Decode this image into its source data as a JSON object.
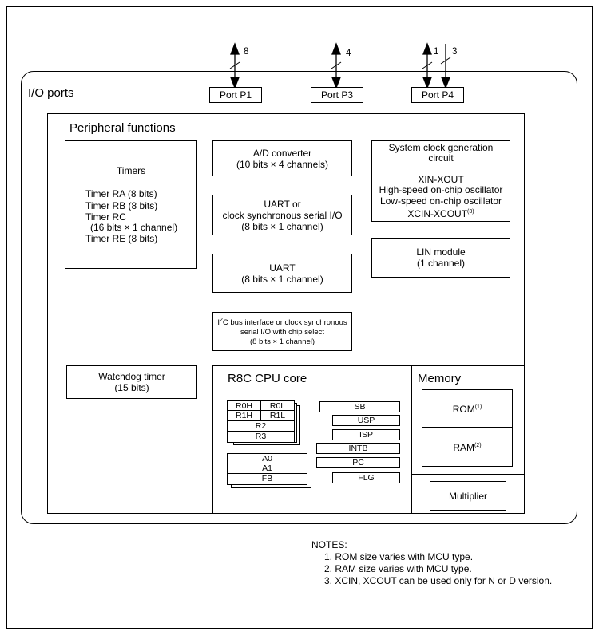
{
  "io_ports": {
    "label": "I/O ports",
    "ports": [
      {
        "name": "Port P1",
        "lines": "8"
      },
      {
        "name": "Port P3",
        "lines": "4"
      },
      {
        "name": "Port P4",
        "lines_in_out": "1",
        "lines_in": "3"
      }
    ]
  },
  "peripheral": {
    "label": "Peripheral functions",
    "timers": {
      "title": "Timers",
      "items": [
        "Timer RA (8 bits)",
        "Timer RB (8 bits)",
        "Timer RC",
        "(16 bits × 1 channel)",
        "Timer RE (8 bits)"
      ]
    },
    "adc": {
      "line1": "A/D converter",
      "line2": "(10 bits × 4 channels)"
    },
    "uart_csio": {
      "line1": "UART or",
      "line2": "clock synchronous serial I/O",
      "line3": "(8 bits × 1 channel)"
    },
    "uart": {
      "line1": "UART",
      "line2": "(8 bits × 1 channel)"
    },
    "i2c": {
      "prefix": "I",
      "sup": "2",
      "line1_rest": "C bus interface or clock synchronous",
      "line2": "serial I/O with chip select",
      "line3": "(8 bits × 1 channel)"
    },
    "clock": {
      "line1": "System clock generation",
      "line2": "circuit",
      "line3": "XIN-XOUT",
      "line4": "High-speed on-chip oscillator",
      "line5": "Low-speed on-chip oscillator",
      "line6": "XCIN-XCOUT",
      "line6_sup": "(3)"
    },
    "lin": {
      "line1": "LIN module",
      "line2": "(1 channel)"
    },
    "watchdog": {
      "line1": "Watchdog timer",
      "line2": "(15 bits)"
    }
  },
  "cpu": {
    "label": "R8C CPU core",
    "data_registers": {
      "r0h": "R0H",
      "r0l": "R0L",
      "r1h": "R1H",
      "r1l": "R1L",
      "r2": "R2",
      "r3": "R3"
    },
    "address_registers": [
      "A0",
      "A1",
      "FB"
    ],
    "control_registers": [
      "SB",
      "USP",
      "ISP",
      "INTB",
      "PC",
      "FLG"
    ]
  },
  "memory": {
    "label": "Memory",
    "rom": "ROM",
    "rom_sup": "(1)",
    "ram": "RAM",
    "ram_sup": "(2)"
  },
  "multiplier": {
    "label": "Multiplier"
  },
  "notes": {
    "title": "NOTES:",
    "items": [
      "1. ROM size varies with MCU type.",
      "2. RAM size varies with MCU type.",
      "3. XCIN, XCOUT can be used only for N or D version."
    ]
  }
}
